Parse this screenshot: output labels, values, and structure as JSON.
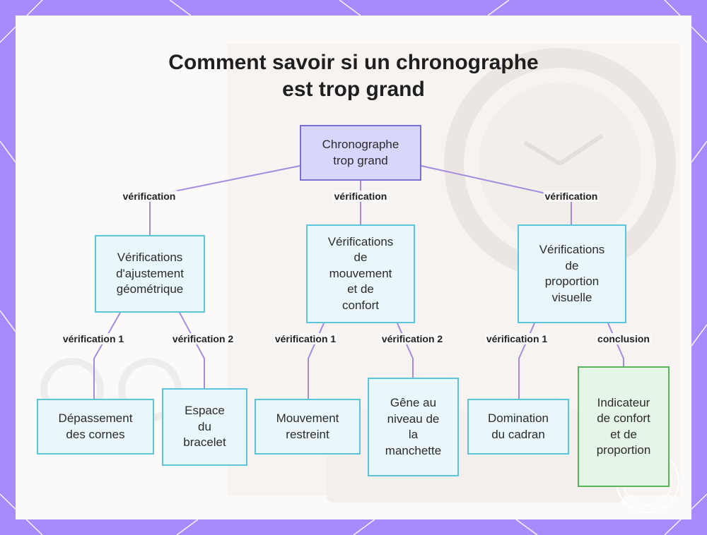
{
  "title_line1": "Comment savoir si un chronographe",
  "title_line2": "est trop grand",
  "colors": {
    "frame": "#a78bfa",
    "card": "#fbfaf9",
    "root_fill": "#d9d6fb",
    "root_border": "#7c6fd1",
    "node_fill": "#e9f7fb",
    "node_border": "#5bc6da",
    "conclusion_fill": "#e6f6e6",
    "conclusion_border": "#58b45c",
    "edge": "#a58be0"
  },
  "nodes": {
    "root": "Chronographe\ntrop grand",
    "cat_geometric": "Vérifications\nd'ajustement\ngéométrique",
    "cat_movement": "Vérifications\nde\nmouvement\net de\nconfort",
    "cat_visual": "Vérifications\nde\nproportion\nvisuelle",
    "leaf_horns": "Dépassement\ndes cornes",
    "leaf_bracelet": "Espace\ndu\nbracelet",
    "leaf_movement": "Mouvement\nrestreint",
    "leaf_sleeve": "Gêne au\nniveau de\nla\nmanchette",
    "leaf_dial": "Domination\ndu cadran",
    "leaf_conclusion": "Indicateur\nde confort\net de\nproportion"
  },
  "edge_labels": {
    "root_geometric": "vérification",
    "root_movement": "vérification",
    "root_visual": "vérification",
    "geometric_horns": "vérification 1",
    "geometric_bracelet": "vérification 2",
    "movement_movement": "vérification 1",
    "movement_sleeve": "vérification 2",
    "visual_dial": "vérification 1",
    "visual_conclusion": "conclusion"
  }
}
